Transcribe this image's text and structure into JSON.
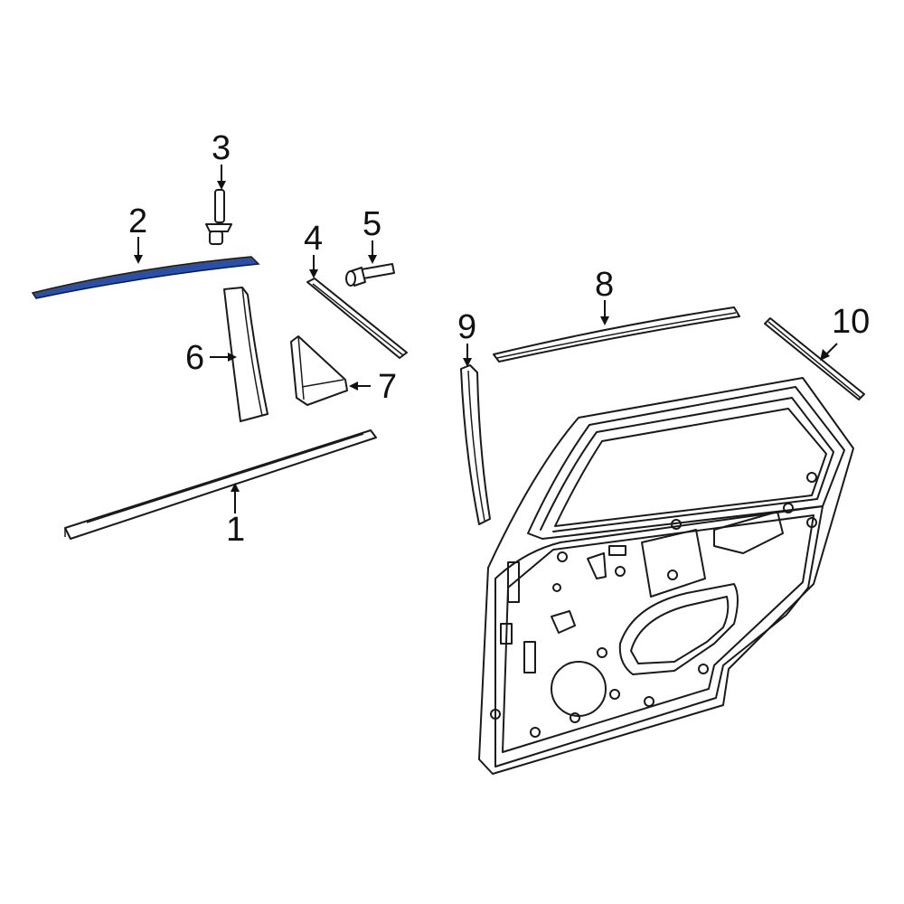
{
  "callouts": {
    "c1": "1",
    "c2": "2",
    "c3": "3",
    "c4": "4",
    "c5": "5",
    "c6": "6",
    "c7": "7",
    "c8": "8",
    "c9": "9",
    "c10": "10"
  },
  "colors": {
    "highlight": "#2a4fa8",
    "line": "#1a1a1a"
  }
}
